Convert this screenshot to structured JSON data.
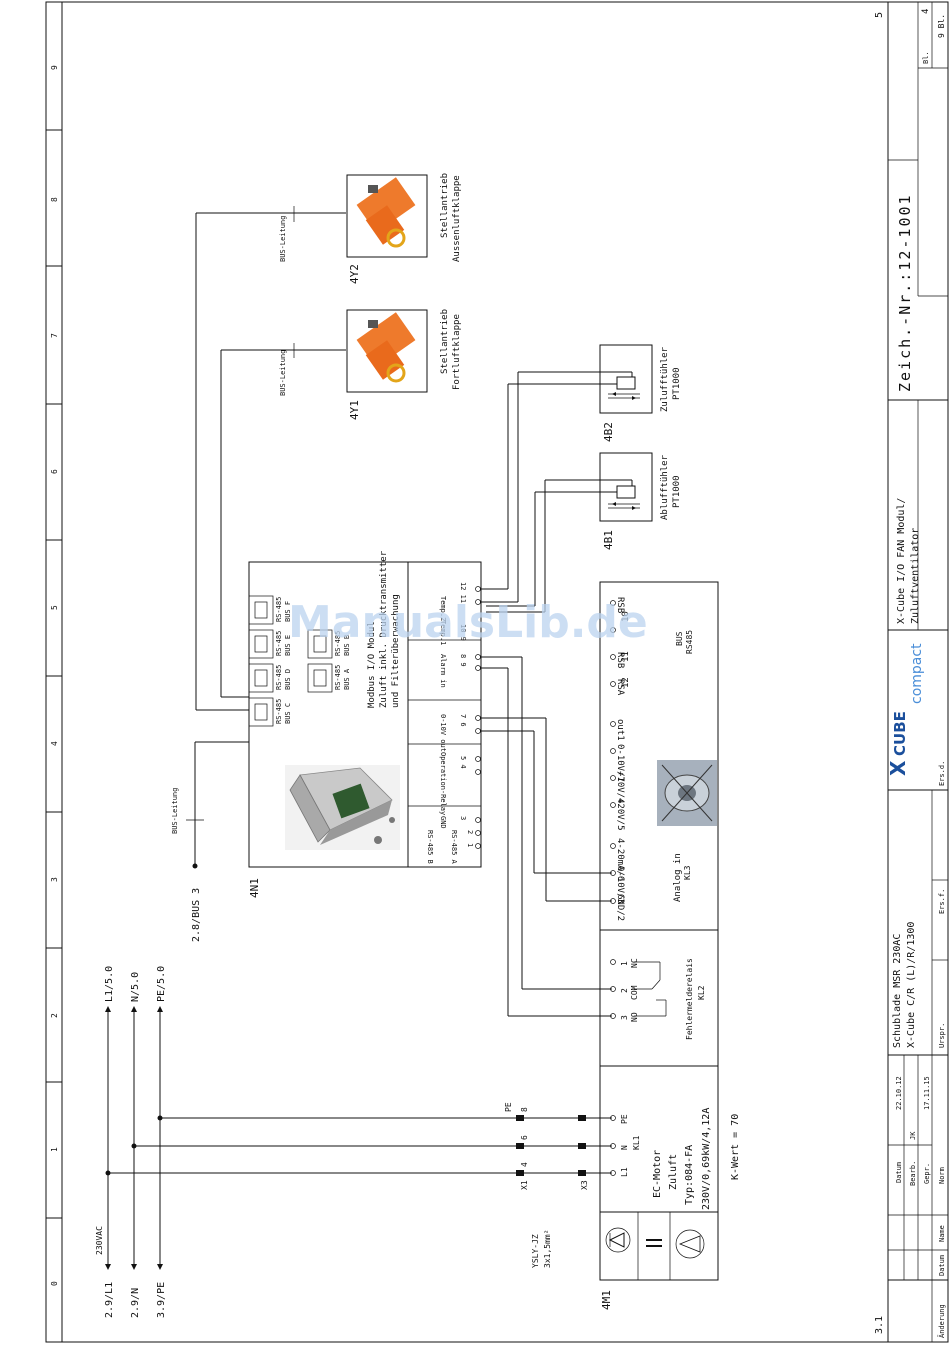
{
  "frame": {
    "grid_numbers": [
      "0",
      "1",
      "2",
      "3",
      "4",
      "5",
      "6",
      "7",
      "8",
      "9"
    ],
    "page_corner_left": "3.1",
    "page_corner_right": "5"
  },
  "title_block": {
    "drawing_number": "Zeich.-Nr.:12-1001",
    "title_line1": "X-Cube I/O FAN Modul/",
    "title_line2": "Zuluftventilator",
    "project_line1": "Schublade MSR 230AC",
    "project_line2": "X-Cube C/R (L)/R/1300",
    "sheet_label": "Bl.",
    "sheet_value": "4",
    "sheets_total": "9 Bl.",
    "logo_x": "X",
    "logo_cube": "CUBE",
    "logo_compact": "compact",
    "cells": {
      "datum_label": "Datum",
      "datum_value": "22.10.12",
      "bearb_label": "Bearb.",
      "bearb_value": "JK",
      "gepr_label": "Gepr.",
      "gepr_value": "17.11.15",
      "norm_label": "Norm",
      "name_label": "Name",
      "datum2_label": "Datum",
      "aenderung_label": "Änderung",
      "urspr_label": "Urspr.",
      "ersf_label": "Ers.f.",
      "ersd_label": "Ers.d."
    }
  },
  "power": {
    "label_230": "230VAC",
    "src_l1": "2.9/L1",
    "src_n": "2.9/N",
    "src_pe": "3.9/PE",
    "dst_l1": "L1/5.0",
    "dst_n": "N/5.0",
    "dst_pe": "PE/5.0",
    "terminal_strip": "X1",
    "terminal_strip2": "X3",
    "t4": "4",
    "t6": "6",
    "t8": "8",
    "pe_mark": "PE",
    "cable_type": "YSLY-JZ",
    "cable_size": "3x1,5mm²"
  },
  "bus": {
    "ref": "2.8/BUS 3",
    "bus_leitung": "BUS-Leitung"
  },
  "module_4n1": {
    "tag": "4N1",
    "desc1": "Modbus I/O Modul",
    "desc2": "Zuluft inkl. Drucktransmitter",
    "desc3": "und Filterüberwachung",
    "ports": [
      {
        "line1": "RS-485",
        "line2": "BUS F"
      },
      {
        "line1": "RS-485",
        "line2": "BUS E"
      },
      {
        "line1": "RS-485",
        "line2": "BUS D"
      },
      {
        "line1": "RS-485",
        "line2": "BUS C"
      },
      {
        "line1": "RS-485",
        "line2": "BUS B"
      },
      {
        "line1": "RS-485",
        "line2": "BUS A"
      }
    ],
    "term_groups": [
      {
        "label": "Temp.2",
        "nums": "12 11"
      },
      {
        "label": "Temp.1",
        "nums": "10 9"
      },
      {
        "label": "Alarm in",
        "nums": "8 9"
      },
      {
        "label": "0-10V out",
        "nums": "7 6"
      },
      {
        "label": "Operation-Relay",
        "nums": "5 4"
      },
      {
        "label": "GND",
        "nums": "3"
      },
      {
        "label": "RS-485 A",
        "nums": "2"
      },
      {
        "label": "RS-485 B",
        "nums": "1"
      }
    ]
  },
  "actuators": [
    {
      "tag": "4Y1",
      "line1": "Stellantrieb",
      "line2": "Fortluftklappe"
    },
    {
      "tag": "4Y2",
      "line1": "Stellantrieb",
      "line2": "Aussenluftklappe"
    }
  ],
  "sensors": [
    {
      "tag": "4B1",
      "line1": "Ablufftühler",
      "line2": "PT1000"
    },
    {
      "tag": "4B2",
      "line1": "Zulufftühler",
      "line2": "PT1000"
    }
  ],
  "fan_4m1": {
    "tag": "4M1",
    "bus_title": "BUS",
    "bus_sub": "RS485",
    "rsb1": "RSB",
    "rsb2": "RSB",
    "rsa": "RSA",
    "n10": "10",
    "n11": "11",
    "n12": "12",
    "sig_out1": "out1",
    "sig_10v7": "0-10V/7",
    "sig_10v4": "+10V/4",
    "sig_20v5": "+20V/5",
    "sig_4_20ma": "4-20mA/6",
    "sig_010v3": "0-10V/3",
    "sig_gnd2": "GND/2",
    "analog_in": "Analog in",
    "kl3": "KL3",
    "relay_title": "Fehlermelderelais",
    "kl2": "KL2",
    "relay_nc": "NC",
    "relay_com": "COM",
    "relay_no": "NO",
    "relay_1": "1",
    "relay_2": "2",
    "relay_3": "3",
    "kl1": "KL1",
    "pin_pe": "PE",
    "pin_n": "N",
    "pin_l1": "L1",
    "motor1": "EC-Motor",
    "motor2": "Zuluft",
    "motor3": "Typ:084-FA",
    "motor4": "230V/0,69kW/4,12A",
    "kwert": "K-Wert = 70"
  },
  "watermark": "ManualsLib.de"
}
